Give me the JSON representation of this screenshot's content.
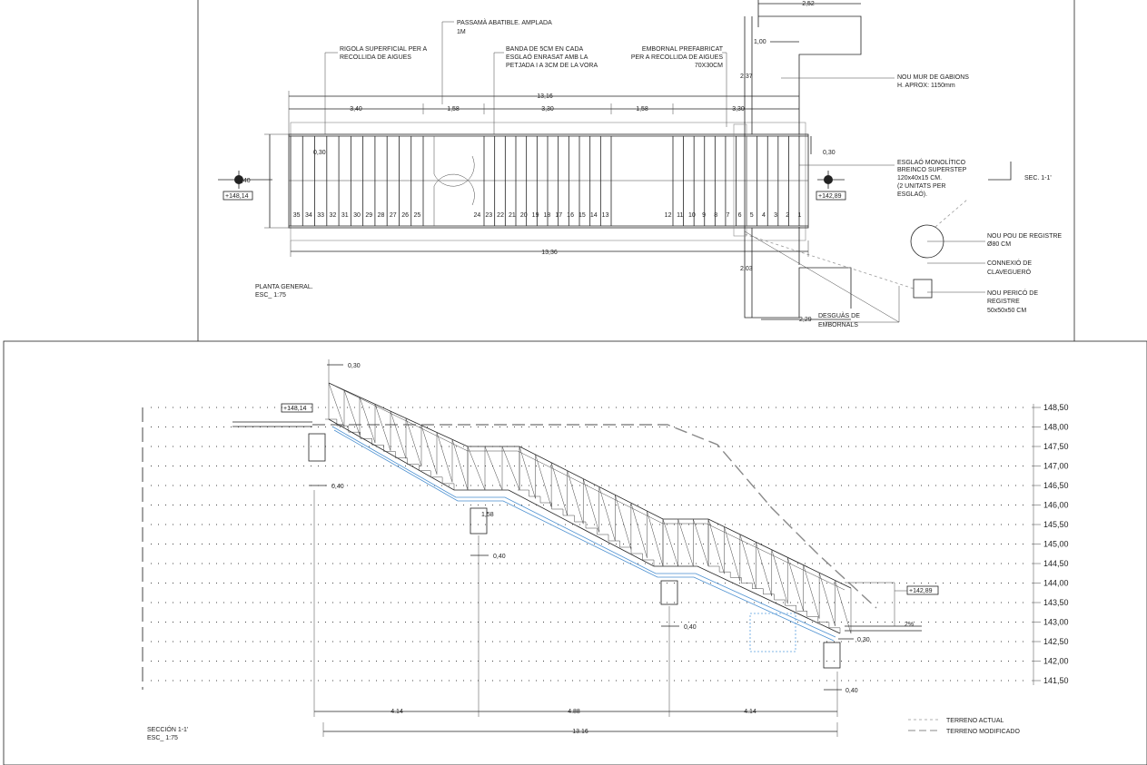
{
  "plan": {
    "title": "PLANTA GENERAL.",
    "scale": "ESC_ 1:75",
    "notes": {
      "rigola": [
        "RIGOLA SUPERFICIAL PER A",
        "RECOLLIDA DE AIGUES"
      ],
      "passama": [
        "PASSAMÀ ABATIBLE. AMPLADA",
        "1M"
      ],
      "banda": [
        "BANDA DE 5CM EN CADA",
        "ESGLAÓ ENRASAT AMB LA",
        "PETJADA I A 3CM DE LA VORA"
      ],
      "embornal": [
        "EMBORNAL PREFABRICAT",
        "PER A RECOLLIDA DE AIGUES",
        "70X30CM"
      ],
      "gabions": [
        "NOU MUR DE GABIONS",
        "H. APROX: 1150mm"
      ],
      "esglao": [
        "ESGLAÓ MONOLÍTICO",
        "BREINCO SUPERSTEP",
        "120x40x15 CM.",
        "(2 UNITATS PER",
        "ESGLAÓ)."
      ],
      "sec": "SEC. 1-1'",
      "pou": [
        "NOU POU DE REGISTRE",
        "Ø80 CM"
      ],
      "connexio": [
        "CONNEXIÓ DE",
        "CLAVEGUERÓ"
      ],
      "perico": [
        "NOU PERICÓ DE",
        "REGISTRE",
        "50x50x50 CM"
      ],
      "desguas": [
        "DESGUÀS DE",
        "EMBORNALS"
      ]
    },
    "dims": {
      "top_total": "13,16",
      "d1": "3,40",
      "d2": "1,58",
      "d3": "3,30",
      "d4": "1,58",
      "d5": "3,30",
      "bottom_total": "13,36",
      "width": "2,40",
      "w030a": "0,30",
      "w030b": "0,30",
      "d252": "2,52",
      "d100": "1,00",
      "d237": "2,37",
      "d203": "2,03",
      "d229": "2,29"
    },
    "levels": {
      "left": "+148,14",
      "right": "+142,89"
    },
    "steps_left": [
      "35",
      "34",
      "33",
      "32",
      "31",
      "30",
      "29",
      "28",
      "27",
      "26",
      "25"
    ],
    "steps_mid": [
      "24",
      "23",
      "22",
      "21",
      "20",
      "19",
      "18",
      "17",
      "16",
      "15",
      "14",
      "13"
    ],
    "steps_right": [
      "12",
      "11",
      "10",
      "9",
      "8",
      "7",
      "6",
      "5",
      "4",
      "3",
      "2",
      "1"
    ]
  },
  "section": {
    "title": "SECCIÓN 1-1'",
    "scale": "ESC_ 1:75",
    "levels": [
      "148,50",
      "148,00",
      "147,50",
      "147,00",
      "146,50",
      "146,00",
      "145,50",
      "145,00",
      "144,50",
      "144,00",
      "143,50",
      "143,00",
      "142,50",
      "142,00",
      "141,50"
    ],
    "tag_left": "+148,14",
    "tag_right": "+142,89",
    "dims": {
      "top030": "0,30",
      "f1": "0,40",
      "landing": "1,58",
      "f2": "0,40",
      "f3": "0,40",
      "r030": "0,30",
      "f4": "0,40",
      "slope": "2%",
      "s1": "4.14",
      "s2": "4.88",
      "s3": "4.14",
      "total": "13.16"
    },
    "legend": {
      "actual": "TERRENO ACTUAL",
      "modificado": "TERRENO MODIFICADO"
    }
  }
}
